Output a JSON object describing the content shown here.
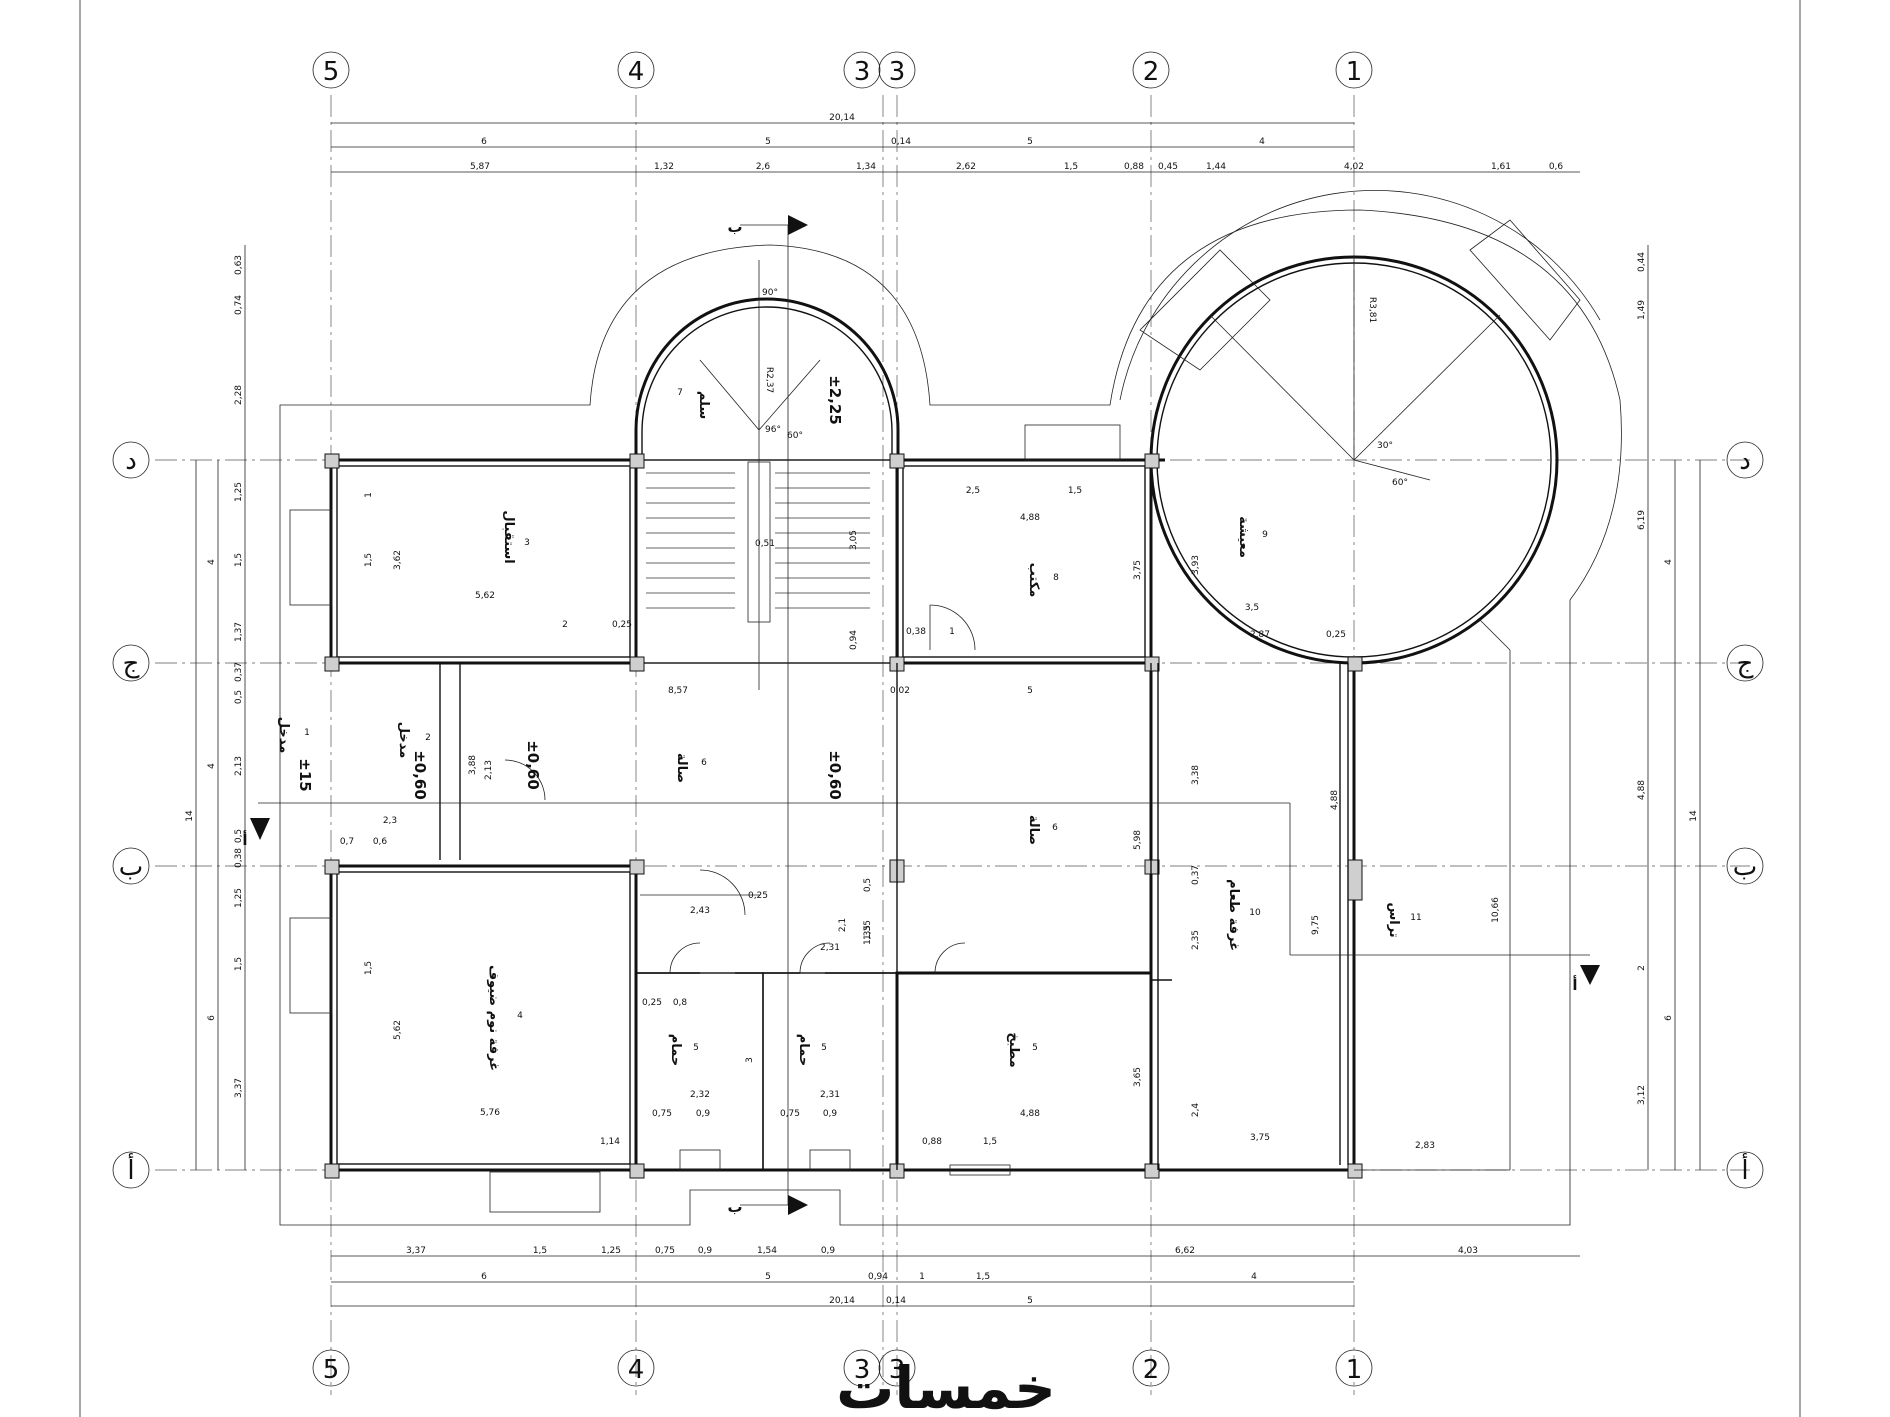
{
  "axes_top": [
    "5",
    "4",
    "3",
    "3",
    "2",
    "1"
  ],
  "axes_side": [
    "د",
    "ج",
    "ب",
    "أ"
  ],
  "dims_top": {
    "overall": "20,14",
    "row2": [
      "6",
      "5",
      "0,14",
      "5",
      "4"
    ],
    "row3": [
      "5,87",
      "1,32",
      "2,6",
      "1,34",
      "2,62",
      "1,5",
      "0,88",
      "0,45",
      "1,44",
      "4,02",
      "1,61",
      "0,6"
    ]
  },
  "dims_bottom": {
    "row1": [
      "3,37",
      "1,5",
      "1,25",
      "0,75",
      "0,9",
      "1,54",
      "0,9",
      "6,62",
      "4,03"
    ],
    "row2": [
      "6",
      "5",
      "0,94",
      "1",
      "1,5",
      "4"
    ],
    "overall": "20,14",
    "overall_b": "0,14",
    "overall_c": "5"
  },
  "dims_left": [
    "0,63",
    "0,74",
    "2,28",
    "1,25",
    "1,5",
    "1,37",
    "0,37",
    "0,5",
    "2,13",
    "0,5",
    "0,38",
    "1,25",
    "1,5",
    "3,37",
    "4",
    "4",
    "6",
    "14"
  ],
  "dims_right": [
    "0,44",
    "1,49",
    "6,19",
    "4",
    "4,88",
    "2",
    "6",
    "3,12",
    "14"
  ],
  "rooms": [
    {
      "num": "3",
      "name": "استقبال"
    },
    {
      "num": "7",
      "name": "سلم"
    },
    {
      "num": "8",
      "name": "مكتب"
    },
    {
      "num": "9",
      "name": "معيشة"
    },
    {
      "num": "1",
      "name": "مدخل"
    },
    {
      "num": "2",
      "name": "مدخل"
    },
    {
      "num": "6",
      "name": "صالة"
    },
    {
      "num": "6",
      "name": "صالة"
    },
    {
      "num": "10",
      "name": "غرفة طعام"
    },
    {
      "num": "11",
      "name": "تراس"
    },
    {
      "num": "4",
      "name": "غرفة نوم ضيوف"
    },
    {
      "num": "5",
      "name": "حمام"
    },
    {
      "num": "5",
      "name": "حمام"
    },
    {
      "num": "5",
      "name": "مطبخ"
    }
  ],
  "levels": [
    "±2,25",
    "±0,60",
    "±0,60",
    "±0,60",
    "±15"
  ],
  "section_marks": [
    "ب",
    "ب",
    "أ",
    "أ"
  ],
  "interior_dims": [
    "3,62",
    "5,62",
    "1",
    "1,5",
    "2",
    "0,25",
    "0,51",
    "8,57",
    "3,05",
    "0,94",
    "0,02",
    "5",
    "2,5",
    "1,5",
    "4,88",
    "3,75",
    "0,38",
    "1",
    "3,93",
    "3,5",
    "2,87",
    "0,25",
    "R3,81",
    "R2,37",
    "5,98",
    "3,38",
    "4,88",
    "9,75",
    "10,66",
    "3,88",
    "2,13",
    "1,5",
    "5,62",
    "5,76",
    "1,14",
    "2,43",
    "0,25",
    "2,1",
    "1,35",
    "0,5",
    "2,31",
    "0,8",
    "0,25",
    "3",
    "2,32",
    "0,75",
    "0,9",
    "2,31",
    "0,9",
    "0,75",
    "0,88",
    "1,5",
    "4,88",
    "3,65",
    "2,35",
    "0,37",
    "2,4",
    "3,75",
    "2,83",
    "0,7",
    "0,6",
    "2,3",
    "1,35"
  ],
  "angles": [
    "90°",
    "96°",
    "60°",
    "30°",
    "60°"
  ],
  "watermark": "خمسات"
}
